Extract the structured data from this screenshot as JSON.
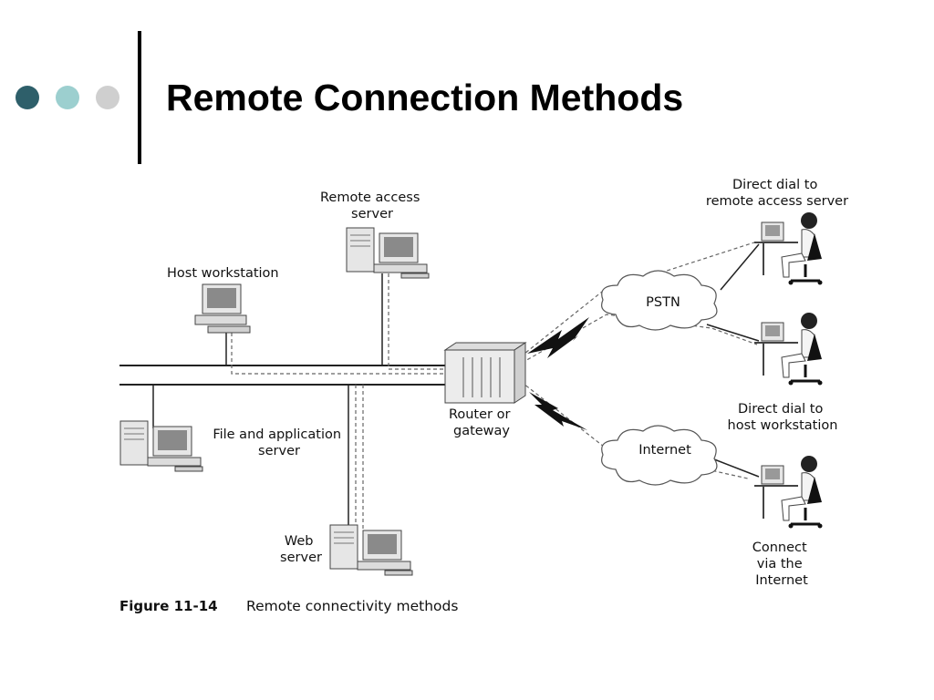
{
  "slide": {
    "title": "Remote Connection Methods",
    "bullet_colors": [
      "#2e5f6a",
      "#9ccfcf",
      "#cfcfcf"
    ]
  },
  "diagram": {
    "labels": {
      "remote_access_server": [
        "Remote access",
        "server"
      ],
      "host_workstation": "Host workstation",
      "file_app_server": [
        "File and application",
        "server"
      ],
      "web_server": [
        "Web",
        "server"
      ],
      "router": [
        "Router or",
        "gateway"
      ],
      "pstn": "PSTN",
      "internet": "Internet",
      "direct_dial_ras": [
        "Direct dial to",
        "remote access server"
      ],
      "direct_dial_host": [
        "Direct dial to",
        "host workstation"
      ],
      "connect_internet": [
        "Connect",
        "via the",
        "Internet"
      ]
    },
    "caption": {
      "figure_number": "Figure 11-14",
      "text": "Remote connectivity methods"
    }
  }
}
